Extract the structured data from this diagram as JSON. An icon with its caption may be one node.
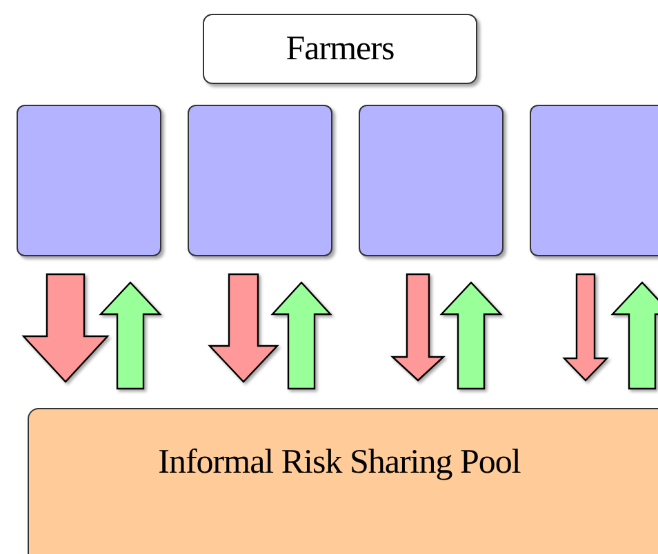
{
  "diagram": {
    "nodes": [
      {
        "text": [
          "Farmers"
        ]
      },
      {
        "text": [],
        "shape": "box"
      },
      {
        "text": [],
        "shape": "box"
      },
      {
        "text": [],
        "shape": "box"
      },
      {
        "text": [],
        "shape": "box"
      },
      {
        "text": [
          "Informal Risk Sharing Pool"
        ]
      }
    ],
    "edges": [
      {
        "from": 1,
        "to": 5,
        "arrow": "to",
        "style": "thick",
        "color": "#ff9999"
      },
      {
        "from": 5,
        "to": 1,
        "arrow": "to",
        "style": "thick",
        "color": "#99ff99"
      },
      {
        "from": 2,
        "to": 5,
        "arrow": "to",
        "style": "thick",
        "color": "#ff9999"
      },
      {
        "from": 5,
        "to": 2,
        "arrow": "to",
        "style": "thick",
        "color": "#99ff99"
      },
      {
        "from": 3,
        "to": 5,
        "arrow": "to",
        "style": "thick",
        "color": "#ff9999"
      },
      {
        "from": 5,
        "to": 3,
        "arrow": "to",
        "style": "thick",
        "color": "#99ff99"
      },
      {
        "from": 4,
        "to": 5,
        "arrow": "to",
        "style": "thick",
        "color": "#ff9999"
      },
      {
        "from": 5,
        "to": 4,
        "arrow": "to",
        "style": "thick",
        "color": "#99ff99"
      }
    ]
  }
}
